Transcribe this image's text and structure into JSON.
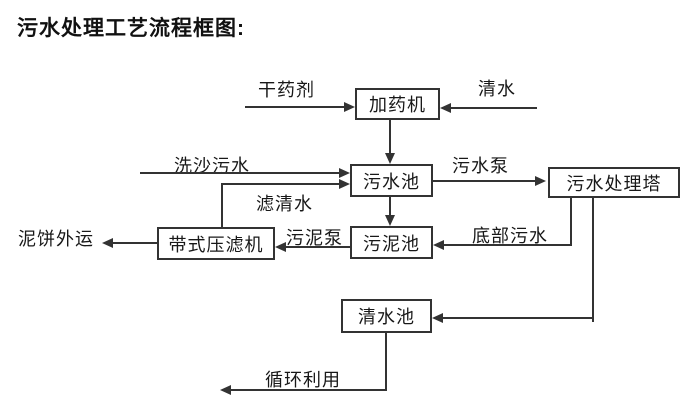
{
  "title": "污水处理工艺流程框图:",
  "diagram": {
    "nodes": {
      "dosing_machine": "加药机",
      "sewage_pool": "污水池",
      "treatment_tower": "污水处理塔",
      "sludge_pool": "污泥池",
      "belt_filter_press": "带式压滤机",
      "clean_water_pool": "清水池"
    },
    "edge_labels": {
      "dry_agent": "干药剂",
      "clean_water": "清水",
      "sand_washing_sewage": "洗沙污水",
      "sewage_pump": "污水泵",
      "filtered_water": "滤清水",
      "sludge_pump": "污泥泵",
      "bottom_sewage": "底部污水",
      "mud_cake_transport": "泥饼外运",
      "recycling": "循环利用"
    },
    "colors": {
      "line": "#333333",
      "text": "#181818",
      "background": "#ffffff"
    }
  }
}
